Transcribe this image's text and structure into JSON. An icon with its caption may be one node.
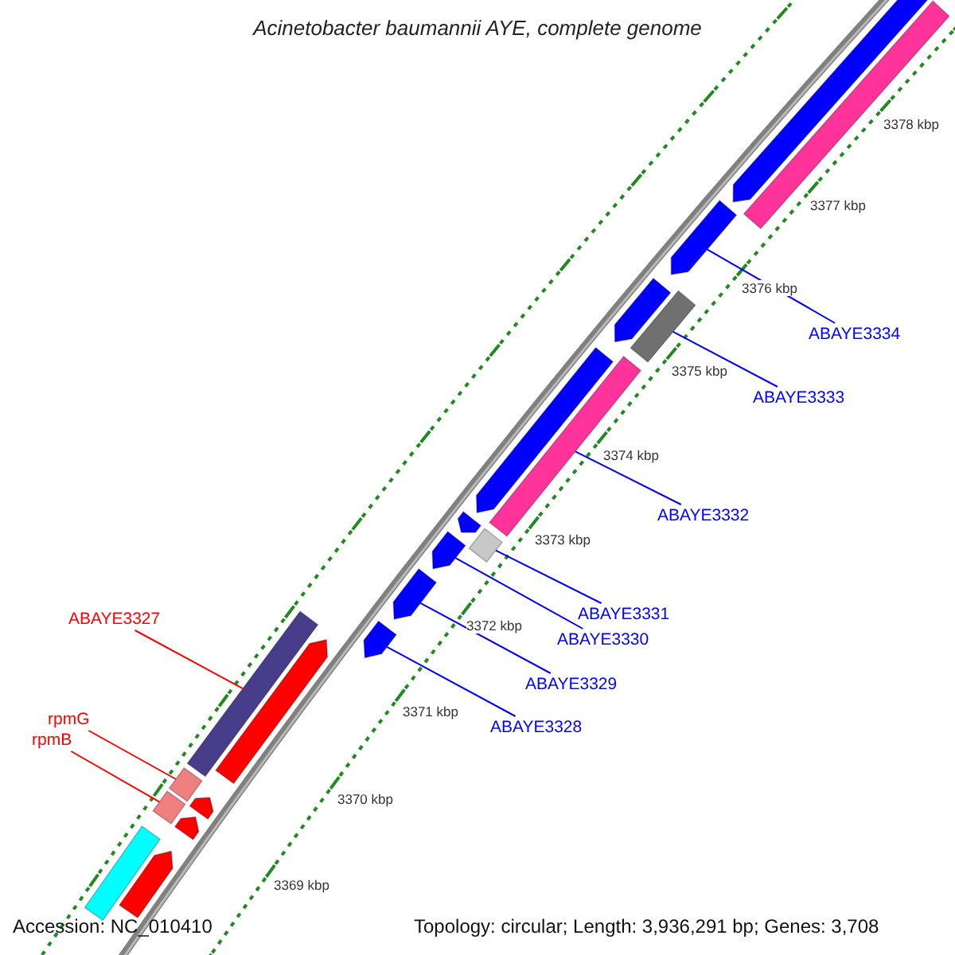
{
  "diagram": {
    "title": "Acinetobacter baumannii AYE, complete genome",
    "nodes": [
      {
        "text": [
          "ABAYE3334"
        ]
      },
      {
        "text": [
          "ABAYE3333"
        ]
      },
      {
        "text": [
          "ABAYE3332"
        ]
      },
      {
        "text": [
          "ABAYE3331"
        ]
      },
      {
        "text": [
          "ABAYE3327"
        ]
      },
      {
        "text": [
          "ABAYE3330"
        ]
      },
      {
        "text": [
          "ABAYE3329"
        ]
      },
      {
        "text": [
          "rpmG"
        ]
      },
      {
        "text": [
          "ABAYE3328"
        ]
      },
      {
        "text": [
          "rpmB"
        ]
      },
      {
        "text": [],
        "shape": "bar"
      },
      {
        "text": [],
        "shape": "pentagon"
      },
      {
        "text": [],
        "shape": "bar"
      },
      {
        "text": [],
        "shape": "pentagon"
      },
      {
        "text": [],
        "shape": "pentagon"
      },
      {
        "text": [],
        "shape": "bar"
      },
      {
        "text": [],
        "shape": "bar"
      },
      {
        "text": [],
        "shape": "pentagon"
      },
      {
        "text": [],
        "shape": "pentagon"
      },
      {
        "text": [],
        "shape": "pentagon"
      },
      {
        "text": [],
        "shape": "pentagon"
      },
      {
        "text": [],
        "shape": "bar"
      },
      {
        "text": [],
        "shape": "pentagon"
      },
      {
        "text": [],
        "shape": "pentagon"
      },
      {
        "text": [],
        "shape": "bar"
      },
      {
        "text": [],
        "shape": "pentagon"
      },
      {
        "text": [],
        "shape": "bar"
      },
      {
        "text": [],
        "shape": "pentagon"
      },
      {
        "text": [],
        "shape": "bar"
      },
      {
        "text": [],
        "shape": "pentagon"
      }
    ],
    "edges": [
      {
        "from": 0,
        "to": 27,
        "arrow": "none"
      },
      {
        "from": 1,
        "to": 26,
        "arrow": "none"
      },
      {
        "from": 2,
        "to": 24,
        "arrow": "none"
      },
      {
        "from": 3,
        "to": 21,
        "arrow": "none"
      },
      {
        "from": 4,
        "to": 16,
        "arrow": "none",
        "color": "#ff0000"
      },
      {
        "from": 5,
        "to": 20,
        "arrow": "none"
      },
      {
        "from": 6,
        "to": 19,
        "arrow": "none"
      },
      {
        "from": 7,
        "to": 15,
        "arrow": "none",
        "color": "#ff0000"
      },
      {
        "from": 8,
        "to": 18,
        "arrow": "none"
      },
      {
        "from": 9,
        "to": 12,
        "arrow": "none",
        "color": "#ff0000"
      }
    ],
    "labels": [
      "3378 kbp",
      "3377 kbp",
      "3376 kbp",
      "3375 kbp",
      "3374 kbp",
      "3373 kbp",
      "3372 kbp",
      "3371 kbp",
      "3370 kbp",
      "3369 kbp",
      "Accession: NC_010410",
      "Topology: circular; Length: 3,936,291 bp; Genes: 3,708"
    ]
  }
}
